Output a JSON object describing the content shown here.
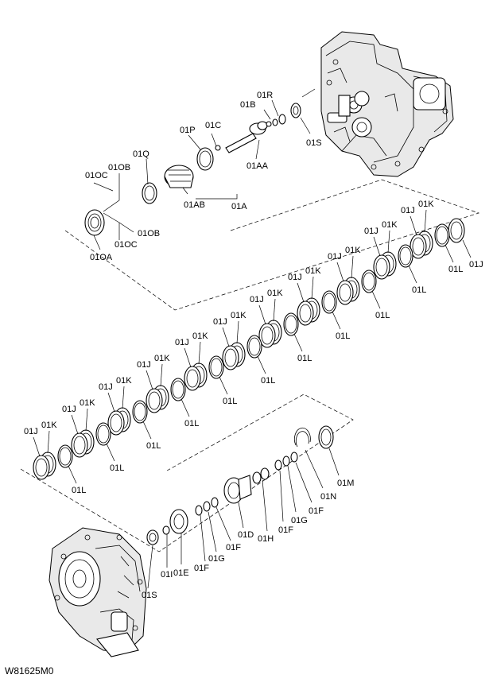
{
  "drawing_code": "W81625M0",
  "labels": {
    "l01r": "01R",
    "l01b": "01B",
    "l01s_top": "01S",
    "l01p": "01P",
    "l01c": "01C",
    "l01q": "01Q",
    "l01ob_top": "01OB",
    "l01oc_top": "01OC",
    "l01aa": "01AA",
    "l01ab": "01AB",
    "l01a": "01A",
    "l01ob_bot": "01OB",
    "l01oc_bot": "01OC",
    "l01oa": "01OA",
    "l01m": "01M",
    "l01n": "01N",
    "l01f_a": "01F",
    "l01g_a": "01G",
    "l01f_b": "01F",
    "l01h": "01H",
    "l01d": "01D",
    "l01f_c": "01F",
    "l01g_b": "01G",
    "l01f_d": "01F",
    "l01e": "01E",
    "l01i": "01I",
    "l01s_bot": "01S"
  },
  "clutch_labels": {
    "j": "01J",
    "k": "01K",
    "l": "01L"
  }
}
